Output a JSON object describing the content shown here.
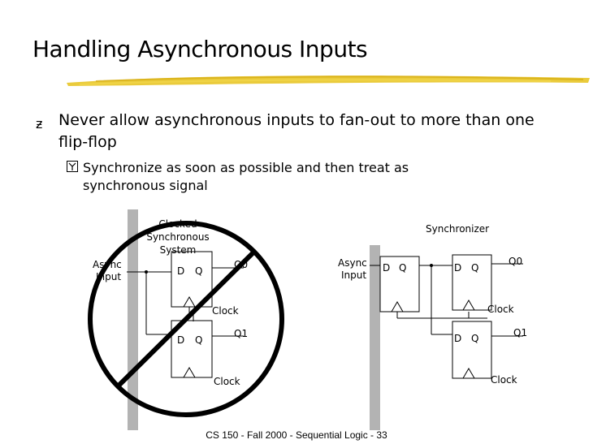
{
  "slide": {
    "title": "Handling Asynchronous Inputs",
    "bullet1": "Never allow asynchronous inputs to fan-out to more than one flip-flop",
    "bullet2": "Synchronize as soon as possible and then treat as synchronous signal",
    "footer": "CS 150 - Fall 2000 - Sequential Logic - 33"
  },
  "left_diagram": {
    "system_label_1": "Clocked",
    "system_label_2": "Synchronous",
    "system_label_3": "System",
    "async_label_1": "Async",
    "async_label_2": "Input",
    "ff1_d": "D",
    "ff1_q": "Q",
    "ff1_out": "Q0",
    "ff1_clock": "Clock",
    "ff2_d": "D",
    "ff2_q": "Q",
    "ff2_out": "Q1",
    "ff2_clock": "Clock"
  },
  "right_diagram": {
    "synchronizer_label": "Synchronizer",
    "async_label_1": "Async",
    "async_label_2": "Input",
    "sync_d": "D",
    "sync_q": "Q",
    "ff1_d": "D",
    "ff1_q": "Q",
    "ff1_out": "Q0",
    "ff1_clock": "Clock",
    "ff2_d": "D",
    "ff2_q": "Q",
    "ff2_out": "Q1",
    "ff2_clock": "Clock"
  },
  "colors": {
    "underline": "#e6c21a",
    "boundary_bar": "#b3b3b3",
    "prohibition": "#000000"
  }
}
